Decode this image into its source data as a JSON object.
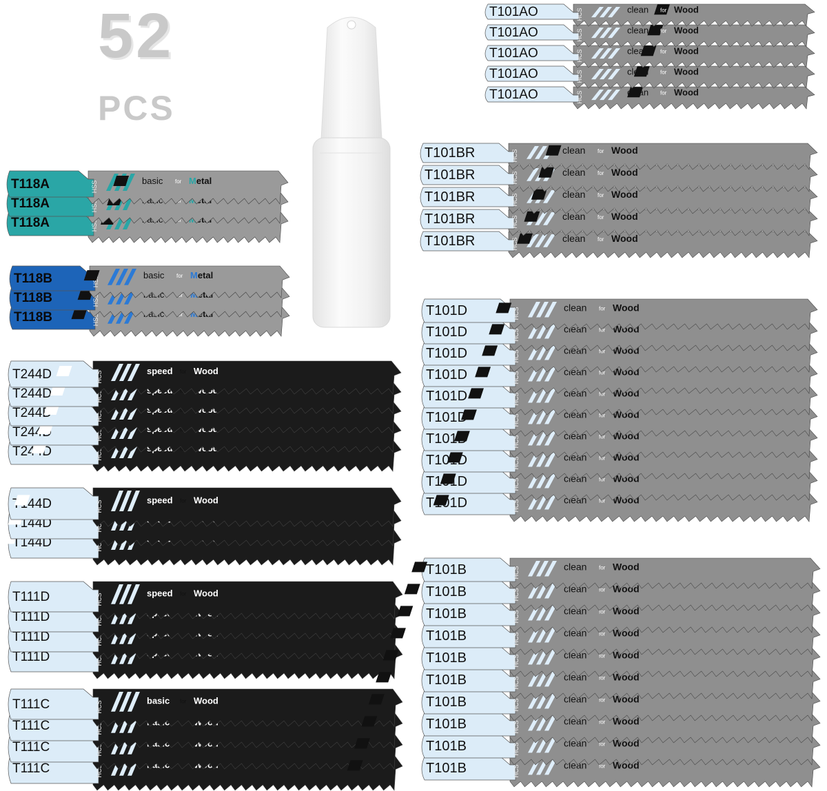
{
  "header": {
    "count": "52",
    "unit": "PCS"
  },
  "case_label": "storage-tube",
  "colors": {
    "teal": "#2aa6a6",
    "blue": "#1d64b8",
    "black_blade": "#1b1b1b",
    "steel_blade": "#8f8f8f",
    "shank": "#dcecf8",
    "tube": "#eeeeee"
  },
  "groups": [
    {
      "code": "T118A",
      "count": 3,
      "material": "HSS",
      "usage": "basic",
      "for": "for",
      "target_first": "M",
      "target_rest": "etal",
      "style": "teal"
    },
    {
      "code": "T118B",
      "count": 3,
      "material": "HSS",
      "usage": "basic",
      "for": "for",
      "target_first": "M",
      "target_rest": "etal",
      "style": "blue"
    },
    {
      "code": "T244D",
      "count": 5,
      "material": "HCS",
      "usage": "speed",
      "for": "for",
      "target_first": "W",
      "target_rest": "ood",
      "style": "black"
    },
    {
      "code": "T144D",
      "count": 3,
      "material": "HCS",
      "usage": "speed",
      "for": "for",
      "target_first": "W",
      "target_rest": "ood",
      "style": "black"
    },
    {
      "code": "T111D",
      "count": 4,
      "material": "HCS",
      "usage": "speed",
      "for": "for",
      "target_first": "W",
      "target_rest": "ood",
      "style": "black"
    },
    {
      "code": "T111C",
      "count": 4,
      "material": "HCS",
      "usage": "basic",
      "for": "for",
      "target_first": "W",
      "target_rest": "ood",
      "style": "black"
    },
    {
      "code": "T101AO",
      "count": 5,
      "material": "HCS",
      "usage": "clean",
      "for": "for",
      "target_first": "W",
      "target_rest": "ood",
      "style": "steel"
    },
    {
      "code": "T101BR",
      "count": 5,
      "material": "HCS",
      "usage": "clean",
      "for": "for",
      "target_first": "W",
      "target_rest": "ood",
      "style": "steel"
    },
    {
      "code": "T101D",
      "count": 10,
      "material": "HCS",
      "usage": "clean",
      "for": "for",
      "target_first": "W",
      "target_rest": "ood",
      "style": "steel"
    },
    {
      "code": "T101B",
      "count": 10,
      "material": "HCS",
      "usage": "clean",
      "for": "for",
      "target_first": "W",
      "target_rest": "ood",
      "style": "steel"
    }
  ]
}
